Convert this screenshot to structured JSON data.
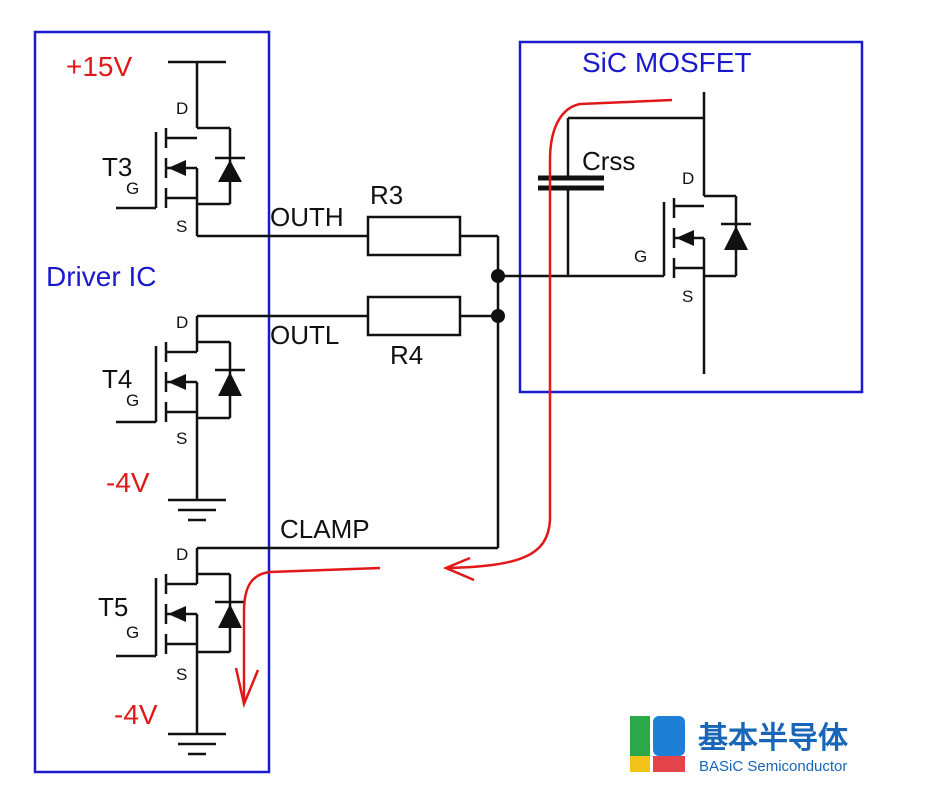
{
  "driver_box": {
    "label": "Driver IC"
  },
  "mosfet_box": {
    "label": "SiC MOSFET"
  },
  "transistors": {
    "t3": {
      "name": "T3",
      "gate": "G",
      "drain": "D",
      "source": "S"
    },
    "t4": {
      "name": "T4",
      "gate": "G",
      "drain": "D",
      "source": "S"
    },
    "t5": {
      "name": "T5",
      "gate": "G",
      "drain": "D",
      "source": "S"
    },
    "mosfet": {
      "gate": "G",
      "drain": "D",
      "source": "S"
    }
  },
  "voltages": {
    "plus15": "+15V",
    "minus4_t4": "-4V",
    "minus4_t5": "-4V"
  },
  "nets": {
    "outh": "OUTH",
    "outl": "OUTL",
    "clamp": "CLAMP"
  },
  "resistors": {
    "r3": "R3",
    "r4": "R4"
  },
  "capacitor": {
    "label": "Crss"
  },
  "logo": {
    "name_cn": "基本半导体",
    "name_en": "BASiC Semiconductor"
  },
  "colors": {
    "box": "#1a1acc",
    "current_path": "#e01818",
    "wire": "#111111"
  }
}
